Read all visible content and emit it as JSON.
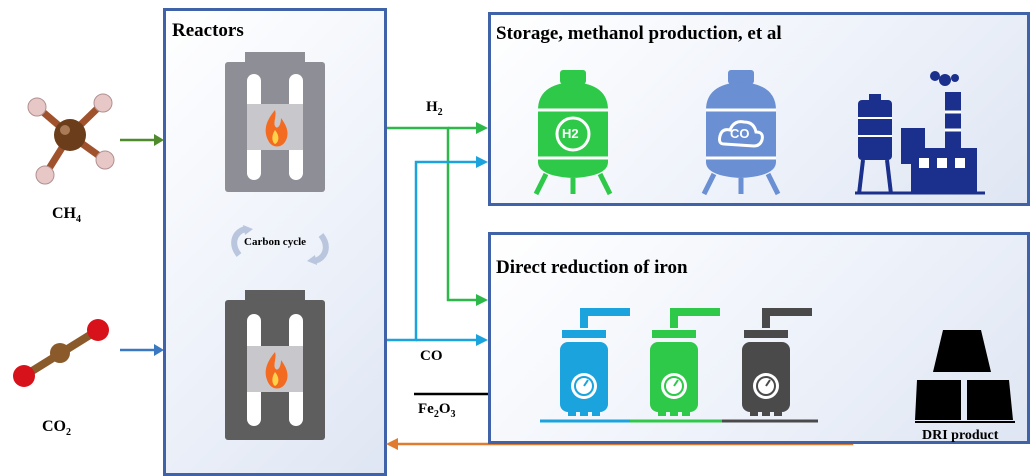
{
  "panels": {
    "reactors": {
      "title": "Reactors"
    },
    "storage": {
      "title": "Storage, methanol production, et al"
    },
    "dri": {
      "title": "Direct reduction of iron"
    }
  },
  "inputs": {
    "ch4": {
      "main": "CH",
      "sub": "4"
    },
    "co2": {
      "main": "CO",
      "sub": "2"
    }
  },
  "carbon_cycle": "Carbon cycle",
  "streams": {
    "h2": {
      "main": "H",
      "sub": "2"
    },
    "co": "CO",
    "fe2o3": {
      "a": "Fe",
      "a_sub": "2",
      "b": "O",
      "b_sub": "3"
    }
  },
  "tanks": {
    "h2_tank": "H2",
    "co_tank": "CO"
  },
  "product": "DRI product",
  "colors": {
    "green": "#2db84a",
    "blue": "#1aa3dc",
    "orange": "#e07b2f",
    "panel_border": "#3f62a8",
    "navy": "#1b2f8c"
  }
}
